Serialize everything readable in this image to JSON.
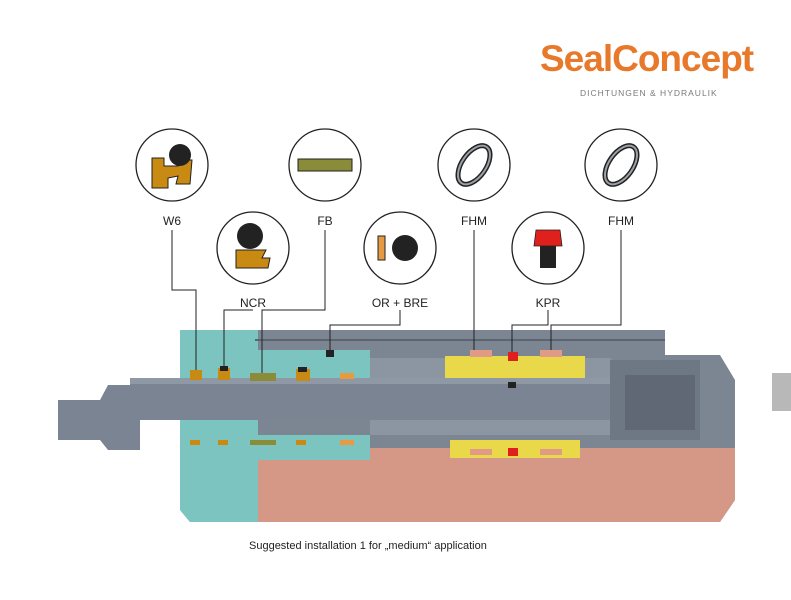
{
  "logo": {
    "brand_name": "SealConcept",
    "subtitle": "DICHTUNGEN & HYDRAULIK"
  },
  "seals": [
    {
      "code": "W6"
    },
    {
      "code": "NCR"
    },
    {
      "code": "FB"
    },
    {
      "code": "OR + BRE"
    },
    {
      "code": "FHM"
    },
    {
      "code": "KPR"
    },
    {
      "code": "FHM"
    }
  ],
  "caption": "Suggested installation 1 for „medium“ application",
  "colors": {
    "brand_orange": "#e8782a",
    "seal_orange": "#c98a14",
    "seal_red": "#e0201c",
    "seal_olive": "#8a8c3a",
    "guide_yellow": "#e8d84a",
    "body_teal": "#7cc4c0",
    "body_salmon": "#e09a85",
    "body_gray": "#7c8692"
  }
}
